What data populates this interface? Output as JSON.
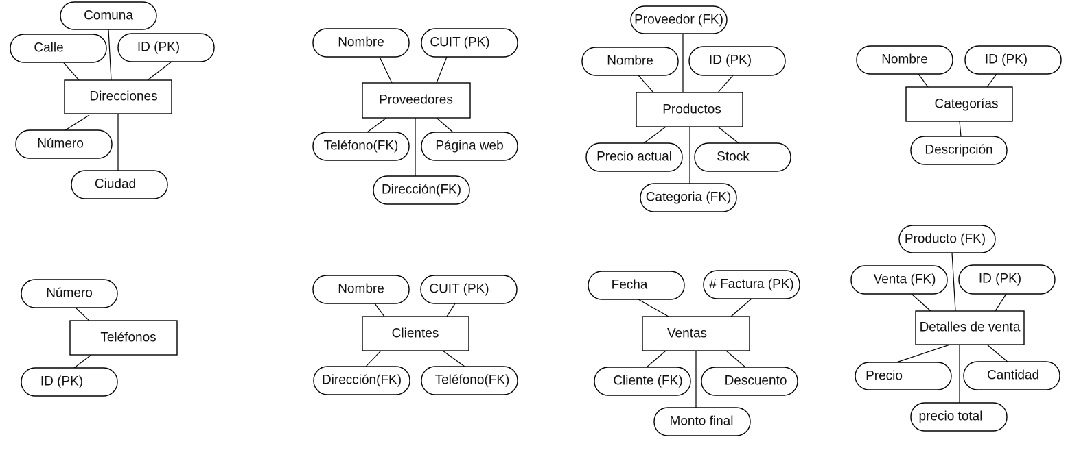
{
  "entities": {
    "direcciones": {
      "name": "Direcciones",
      "attributes": [
        "Comuna",
        "Calle",
        "ID (PK)",
        "Número",
        "Ciudad"
      ]
    },
    "proveedores": {
      "name": "Proveedores",
      "attributes": [
        "Nombre",
        "CUIT (PK)",
        "Teléfono(FK)",
        "Página web",
        "Dirección(FK)"
      ]
    },
    "productos": {
      "name": "Productos",
      "attributes": [
        "Proveedor (FK)",
        "Nombre",
        "ID (PK)",
        "Precio actual",
        "Stock",
        "Categoria (FK)"
      ]
    },
    "categorias": {
      "name": "Categorías",
      "attributes": [
        "Nombre",
        "ID (PK)",
        "Descripción"
      ]
    },
    "telefonos": {
      "name": "Teléfonos",
      "attributes": [
        "Número",
        "ID (PK)"
      ]
    },
    "clientes": {
      "name": "Clientes",
      "attributes": [
        "Nombre",
        "CUIT (PK)",
        "Dirección(FK)",
        "Teléfono(FK)"
      ]
    },
    "ventas": {
      "name": "Ventas",
      "attributes": [
        "Fecha",
        "#  Factura (PK)",
        "Cliente (FK)",
        "Descuento",
        "Monto final"
      ]
    },
    "detalles": {
      "name": "Detalles de venta",
      "attributes": [
        "Producto (FK)",
        "Venta (FK)",
        "ID (PK)",
        "Precio",
        "Cantidad",
        "precio total"
      ]
    }
  }
}
